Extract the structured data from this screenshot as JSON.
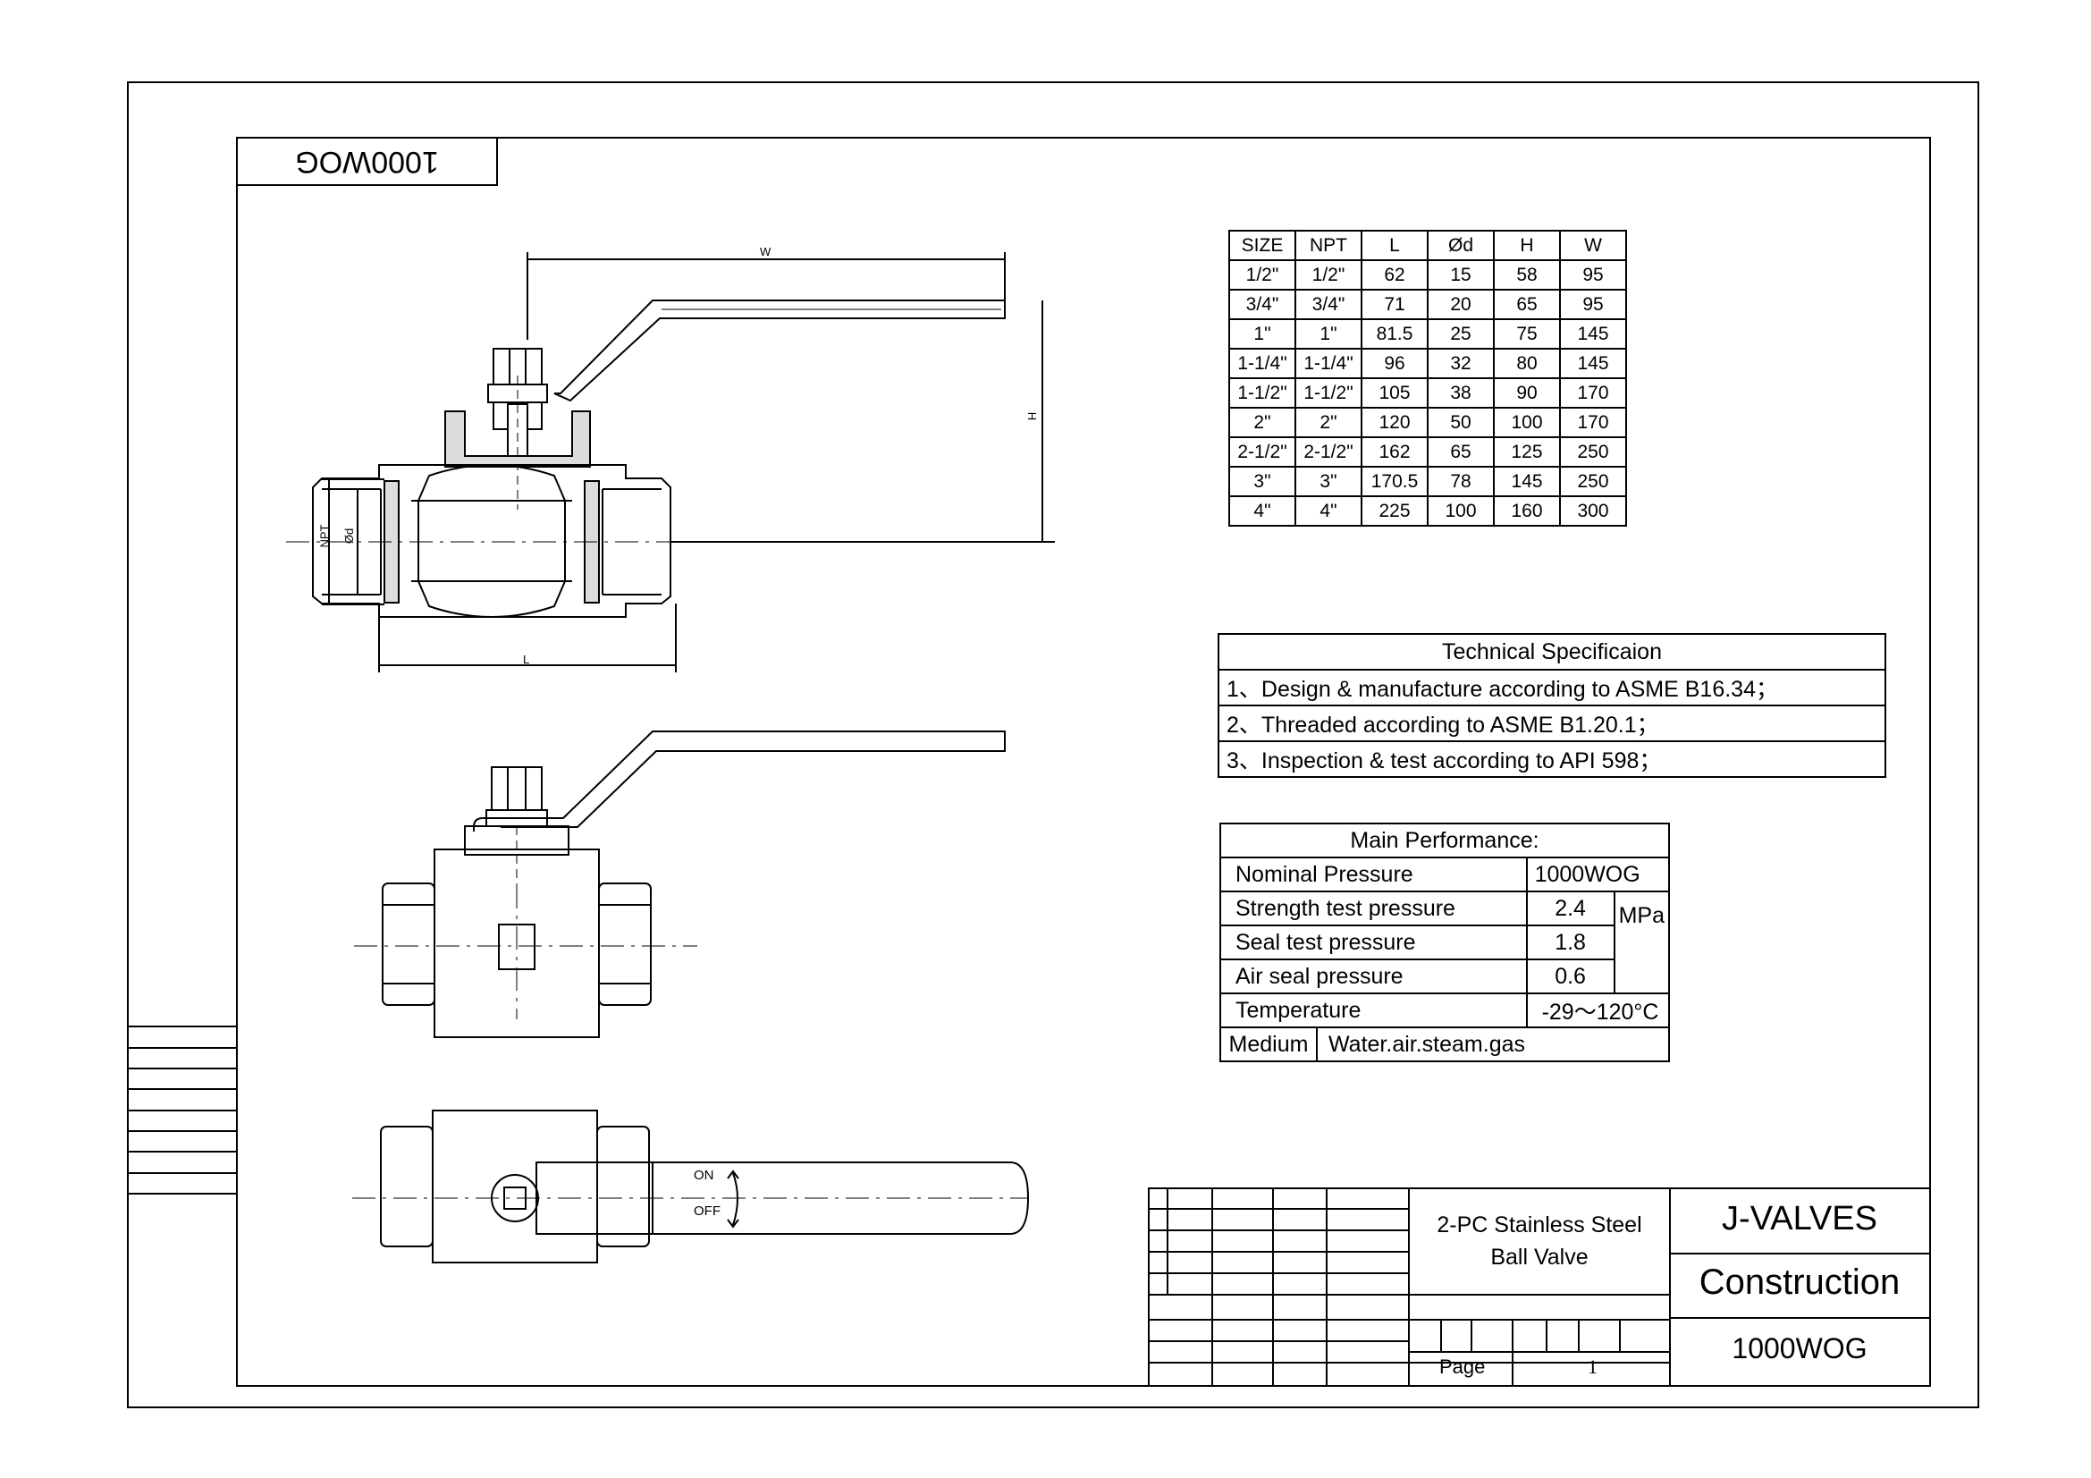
{
  "corner_label": "1000WOG",
  "drawing": {
    "dim_w": "W",
    "dim_h": "H",
    "dim_l": "L",
    "dim_npt": "NPT",
    "dim_od": "Ød",
    "on_label": "ON",
    "off_label": "OFF"
  },
  "dimension_table": {
    "headers": [
      "SIZE",
      "NPT",
      "L",
      "Ød",
      "H",
      "W"
    ],
    "rows": [
      [
        "1/2\"",
        "1/2\"",
        "62",
        "15",
        "58",
        "95"
      ],
      [
        "3/4\"",
        "3/4\"",
        "71",
        "20",
        "65",
        "95"
      ],
      [
        "1\"",
        "1\"",
        "81.5",
        "25",
        "75",
        "145"
      ],
      [
        "1-1/4\"",
        "1-1/4\"",
        "96",
        "32",
        "80",
        "145"
      ],
      [
        "1-1/2\"",
        "1-1/2\"",
        "105",
        "38",
        "90",
        "170"
      ],
      [
        "2\"",
        "2\"",
        "120",
        "50",
        "100",
        "170"
      ],
      [
        "2-1/2\"",
        "2-1/2\"",
        "162",
        "65",
        "125",
        "250"
      ],
      [
        "3\"",
        "3\"",
        "170.5",
        "78",
        "145",
        "250"
      ],
      [
        "4\"",
        "4\"",
        "225",
        "100",
        "160",
        "300"
      ]
    ]
  },
  "tech_spec": {
    "title": "Technical Specificaion",
    "items": [
      "1、Design & manufacture according to ASME B16.34；",
      "2、Threaded according to ASME B1.20.1；",
      "3、Inspection & test according to API 598；"
    ]
  },
  "performance": {
    "title": "Main Performance:",
    "nominal_label": "Nominal Pressure",
    "nominal_value": "1000WOG",
    "strength_label": "Strength test pressure",
    "strength_value": "2.4",
    "seal_label": "Seal test pressure",
    "seal_value": "1.8",
    "air_label": "Air seal pressure",
    "air_value": "0.6",
    "unit": "MPa",
    "temp_label": "Temperature",
    "temp_value": "-29～120°C",
    "medium_label": "Medium",
    "medium_value": "Water.air.steam.gas"
  },
  "title_block": {
    "product_line1": "2-PC Stainless Steel",
    "product_line2": "Ball Valve",
    "company": "J-VALVES",
    "drawing_type": "Construction",
    "rating": "1000WOG",
    "page_label": "Page",
    "page_number": "1"
  }
}
